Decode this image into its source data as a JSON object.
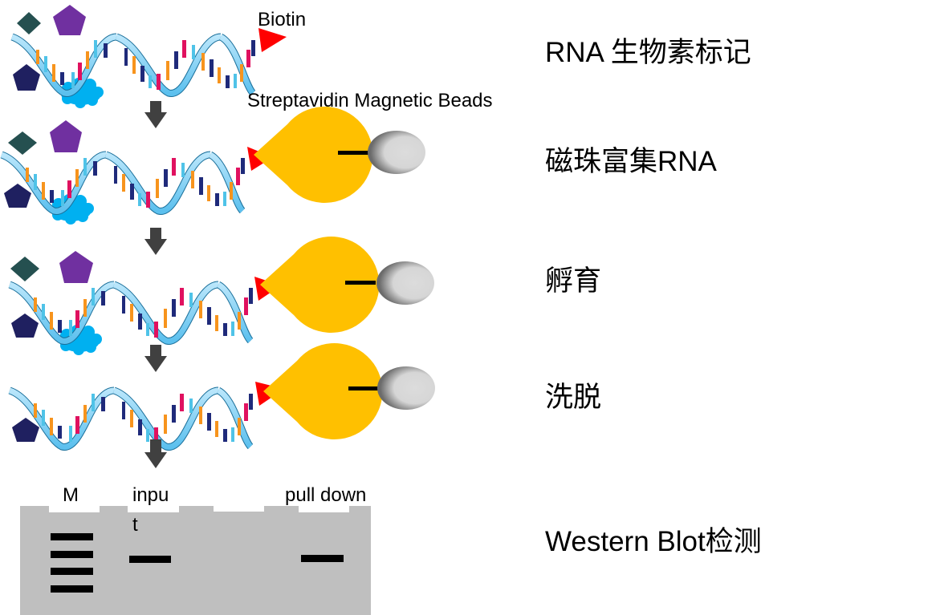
{
  "labels": {
    "biotin": "Biotin",
    "beads": "Streptavidin Magnetic Beads"
  },
  "steps": [
    {
      "label": "RNA 生物素标记"
    },
    {
      "label": "磁珠富集RNA"
    },
    {
      "label": "孵育"
    },
    {
      "label": "洗脱"
    },
    {
      "label": "Western Blot检测"
    }
  ],
  "gel": {
    "lanes": [
      {
        "label": "M",
        "bands": 4
      },
      {
        "label": "inpu\nt",
        "label_line1": "inpu",
        "label_line2": "t",
        "bands": 1
      },
      {
        "label": "",
        "bands": 0
      },
      {
        "label": "pull down",
        "bands": 1
      }
    ]
  },
  "colors": {
    "biotin": "#ff0000",
    "streptavidin": "#ffc000",
    "bead": "#d9d9d9",
    "gel": "#bfbfbf",
    "arrow": "#404040",
    "diamond": "#255050",
    "pentagon_purple": "#7030a0",
    "pentagon_navy": "#1f2060",
    "cloud": "#00b0f0",
    "ribbon": "#8fd3f4",
    "ribbon_dark": "#29a8e0"
  }
}
